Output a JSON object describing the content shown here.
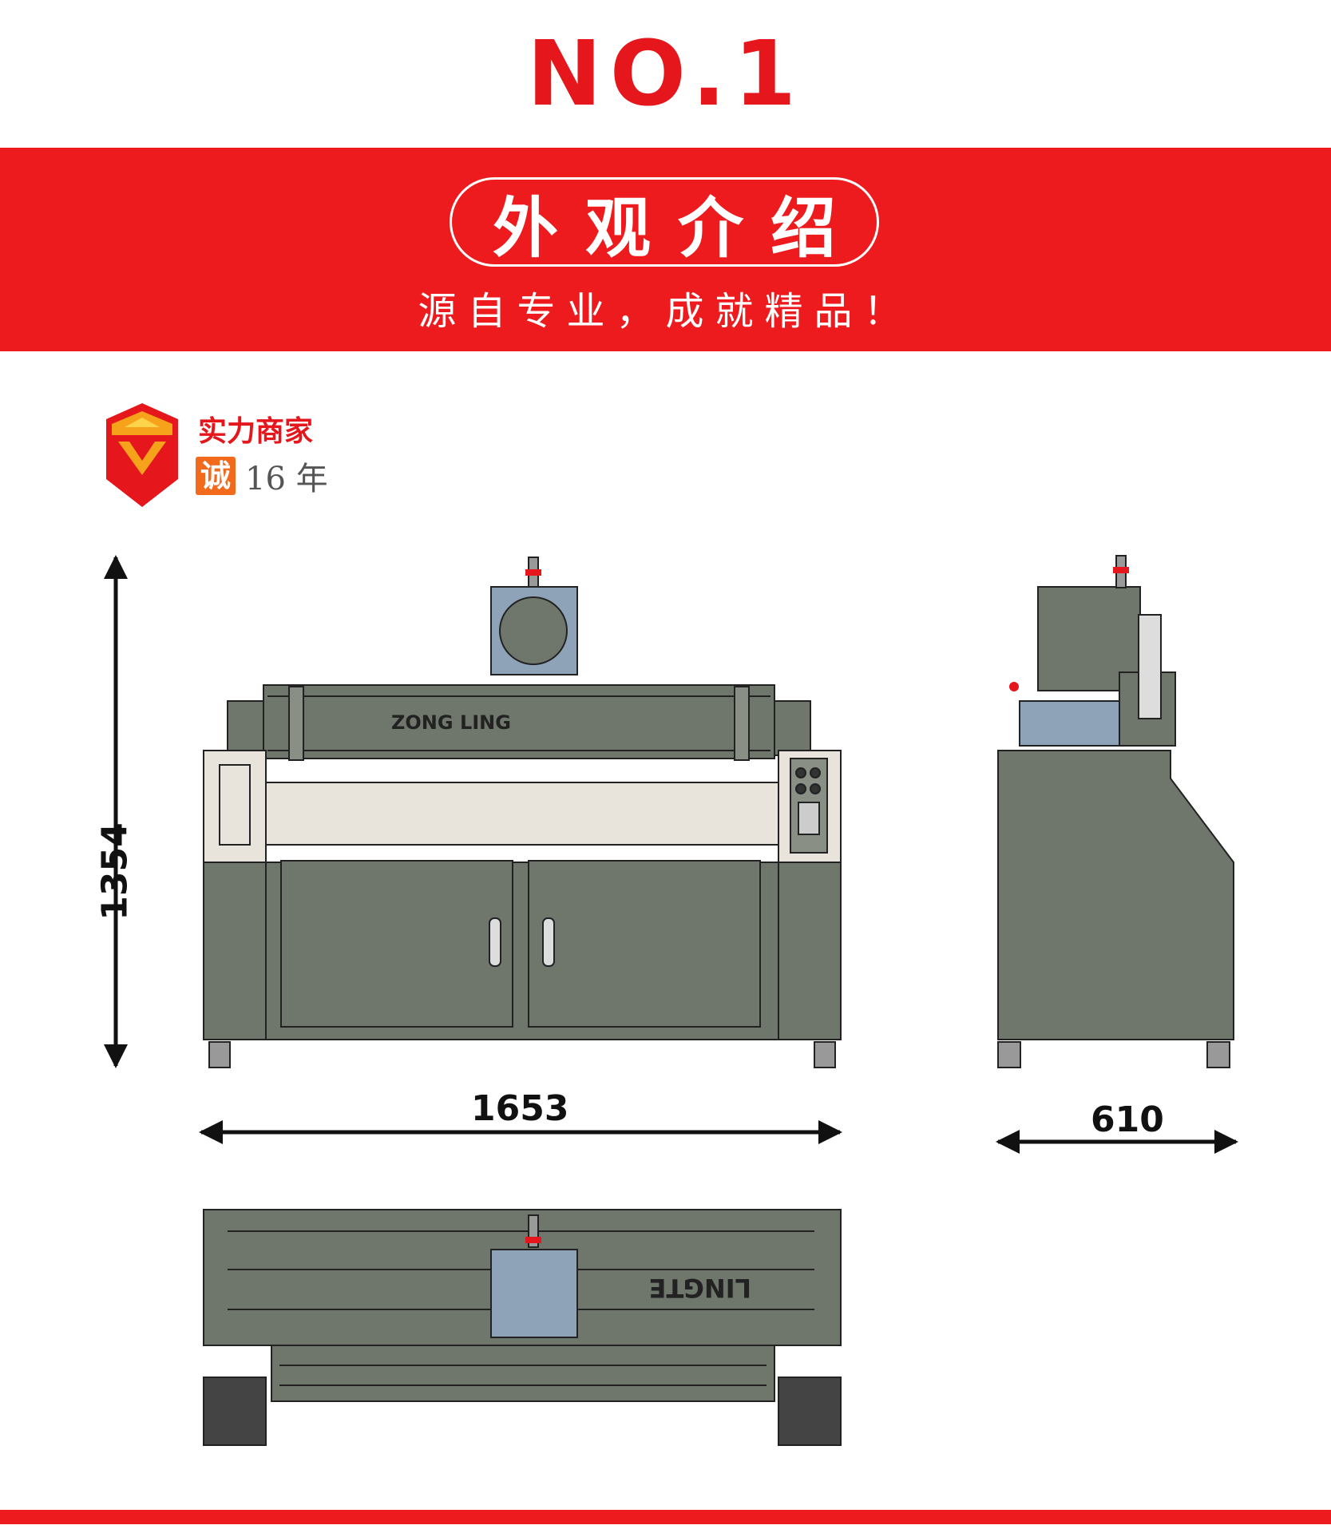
{
  "header": {
    "number": "NO.1",
    "section_title": "外观介绍",
    "slogan": "源自专业，成就精品！"
  },
  "badge": {
    "line1": "实力商家",
    "cheng": "诚",
    "years": "16 年"
  },
  "machine": {
    "brand_front": "ZONG LING",
    "brand_top": "LINGTE",
    "color_body": "#6f766b",
    "color_accent": "#e5161c",
    "color_blue_panel": "#8fa3b8"
  },
  "dimensions": {
    "height": "1354",
    "width": "1653",
    "depth": "610"
  }
}
